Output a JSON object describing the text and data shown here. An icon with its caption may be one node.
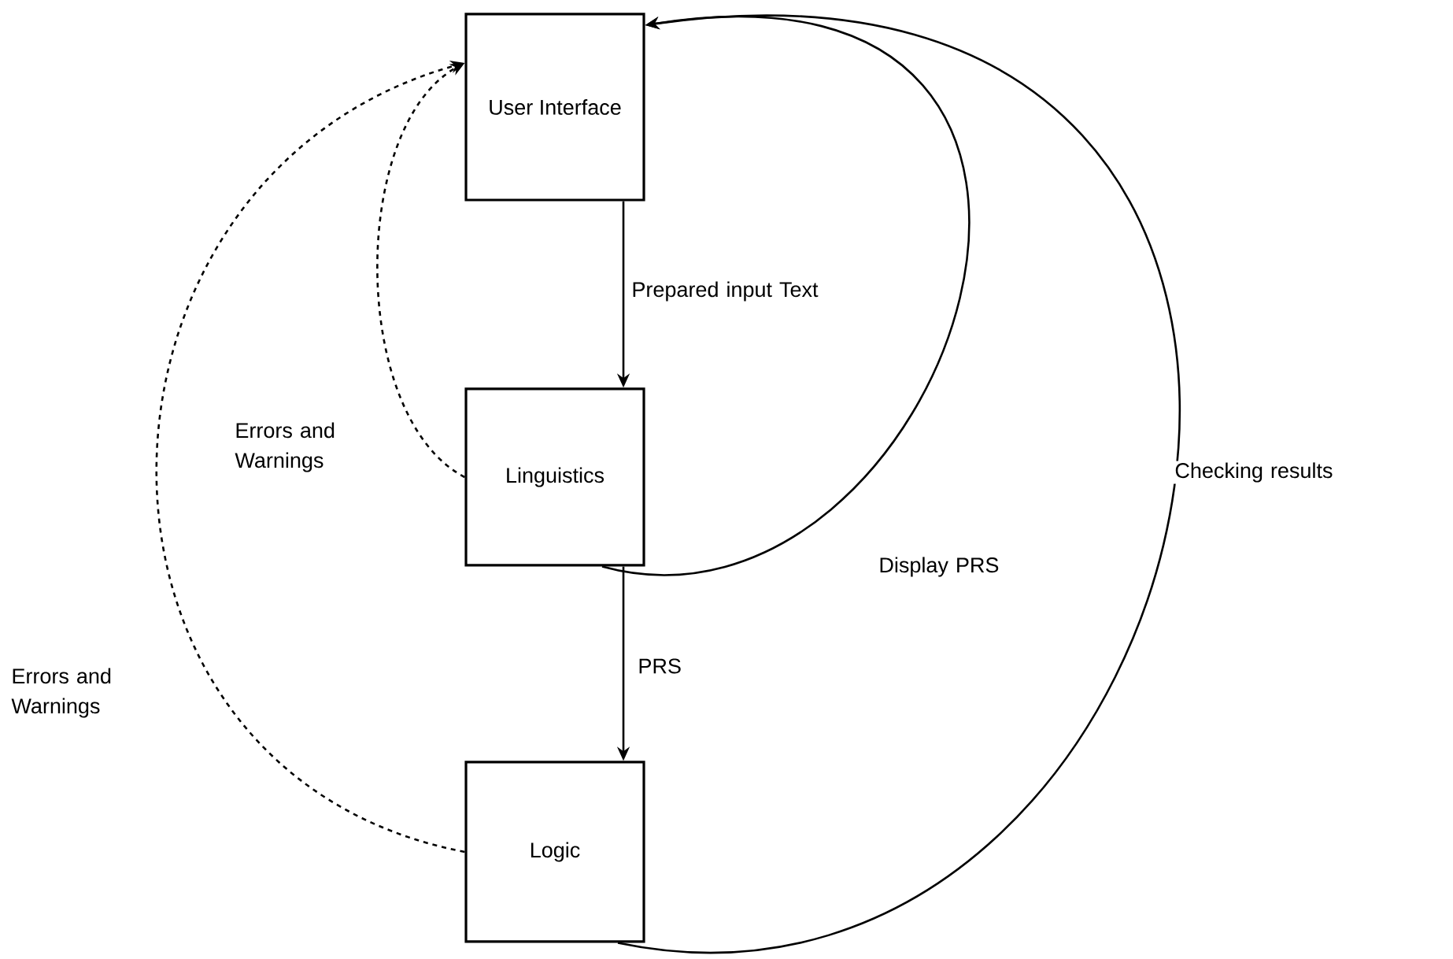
{
  "diagram": {
    "nodes": [
      {
        "text": [
          "User Interface"
        ]
      },
      {
        "text": [
          "Linguistics"
        ]
      },
      {
        "text": [
          "Logic"
        ]
      }
    ],
    "edges": [
      {
        "from": 0,
        "to": 1,
        "arrow": "to",
        "label": "Prepared input Text"
      },
      {
        "from": 1,
        "to": 2,
        "arrow": "to",
        "label": "PRS"
      },
      {
        "from": 1,
        "to": 0,
        "arrow": "to",
        "label": "Errors and Warnings",
        "style": "dashed"
      },
      {
        "from": 2,
        "to": 0,
        "arrow": "to",
        "label": "Errors and Warnings",
        "style": "dashed"
      },
      {
        "from": 1,
        "to": 0,
        "arrow": "to",
        "label": "Display PRS"
      },
      {
        "from": 2,
        "to": 0,
        "arrow": "to",
        "label": "Checking results"
      }
    ]
  }
}
